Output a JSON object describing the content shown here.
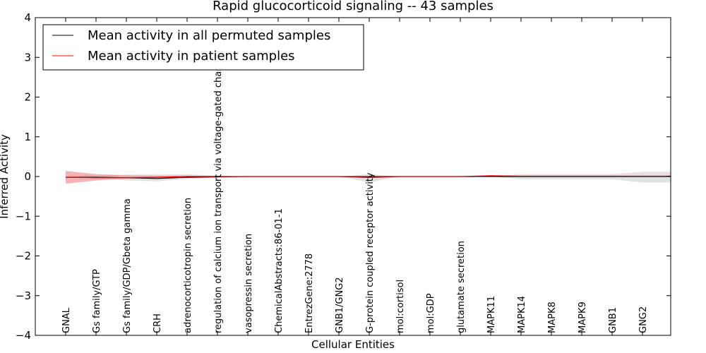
{
  "chart_data": {
    "type": "line",
    "title": "Rapid glucocorticoid signaling -- 43 samples",
    "xlabel": "Cellular Entities",
    "ylabel": "Inferred Activity",
    "ylim": [
      -4,
      4
    ],
    "yticks": [
      "−4",
      "−3",
      "−2",
      "−1",
      "0",
      "1",
      "2",
      "3",
      "4"
    ],
    "grid": false,
    "legend_position": "top-left",
    "categories": [
      "GNAL",
      "Gs family/GTP",
      "Gs family/GDP/Gbeta gamma",
      "CRH",
      "adrenocorticotropin secretion",
      "regulation of calcium ion transport via voltage-gated channel",
      "vasopressin secretion",
      "ChemicalAbstracts:86-01-1",
      "EntrezGene:2778",
      "GNB1/GNG2",
      "G-protein coupled receptor activity",
      "mol:cortisol",
      "mol:GDP",
      "glutamate secretion",
      "MAPK11",
      "MAPK14",
      "MAPK8",
      "MAPK9",
      "GNB1",
      "GNG2"
    ],
    "series": [
      {
        "name": "Mean activity in all permuted samples",
        "color": "#000000",
        "values": [
          -0.02,
          -0.02,
          -0.03,
          -0.05,
          -0.02,
          -0.01,
          0.0,
          0.0,
          0.0,
          0.0,
          -0.02,
          0.0,
          0.0,
          0.0,
          0.0,
          0.0,
          0.0,
          0.0,
          0.0,
          0.0,
          0.0
        ],
        "band_lower": [
          -0.02,
          -0.05,
          -0.1,
          -0.12,
          -0.06,
          -0.03,
          0.0,
          0.0,
          0.0,
          0.0,
          -0.15,
          0.0,
          0.0,
          0.0,
          0.0,
          -0.07,
          -0.07,
          -0.07,
          -0.07,
          -0.15,
          -0.15
        ],
        "band_upper": [
          0.02,
          0.03,
          0.05,
          0.05,
          0.06,
          0.02,
          0.0,
          0.0,
          0.0,
          0.0,
          0.06,
          0.0,
          0.0,
          0.0,
          0.0,
          0.06,
          0.06,
          0.06,
          0.06,
          0.12,
          0.12
        ],
        "band_color": "#d8d8d8"
      },
      {
        "name": "Mean activity in patient samples",
        "color": "#ff0000",
        "values": [
          -0.02,
          -0.03,
          -0.03,
          -0.02,
          0.0,
          0.0,
          0.0,
          0.0,
          0.0,
          0.0,
          0.0,
          0.0,
          0.0,
          0.0,
          0.02,
          0.01,
          0.01,
          0.01,
          0.01,
          0.01,
          0.01
        ],
        "band_lower": [
          -0.18,
          -0.1,
          -0.05,
          -0.04,
          -0.02,
          -0.01,
          0.0,
          0.0,
          0.0,
          0.0,
          0.0,
          0.0,
          0.0,
          0.0,
          0.0,
          0.0,
          0.0,
          0.0,
          0.0,
          0.0,
          0.0
        ],
        "band_upper": [
          0.14,
          0.06,
          0.03,
          0.02,
          0.02,
          0.01,
          0.0,
          0.0,
          0.0,
          0.0,
          0.0,
          0.0,
          0.0,
          0.0,
          0.03,
          0.02,
          0.02,
          0.02,
          0.02,
          0.02,
          0.02
        ],
        "band_color": "#f08080"
      }
    ]
  }
}
